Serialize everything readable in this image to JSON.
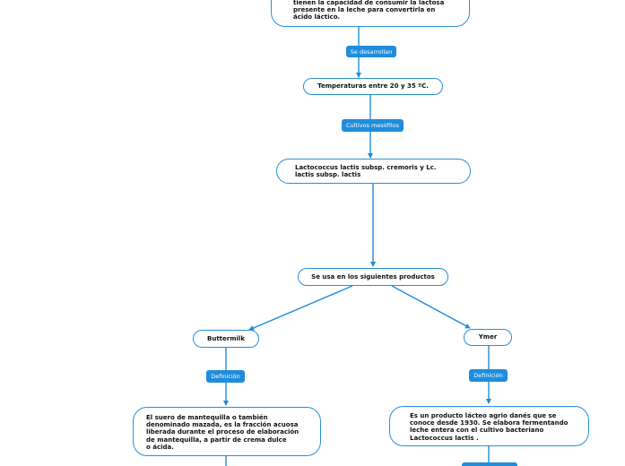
{
  "nodes": {
    "intro": "tienen la capacidad de consumir la lactosa\npresente en la leche para convertirla en\nácido láctico.",
    "temperatures": "Temperaturas entre 20 y 35 ºC.",
    "species": "Lactococcus lactis subsp. cremoris y Lc.\nlactis subsp. lactis",
    "products": "Se usa en los siguientes productos",
    "buttermilk": "Buttermilk",
    "ymer": "Ymer",
    "buttermilk_def": "El suero de mantequilla o también\ndenominado mazada, es la fracción acuosa\nliberada durante el proceso de elaboración\nde mantequilla, a partir de crema dulce\no ácida.",
    "ymer_def": "Es un producto lácteo agrio danés que se\nconoce desde 1930. Se elabora fermentando\nleche entera con el cultivo bacteriano\nLactococcus lactis ."
  },
  "tags": {
    "develop": "Se desarrollan",
    "mesophilic": "Cultivos mesófilos",
    "definition_left": "Definición",
    "definition_right": "Definición"
  },
  "colors": {
    "accent": "#1f8ddc",
    "border": "#2a8fd6",
    "text": "#111111",
    "tag_text": "#ffffff"
  }
}
